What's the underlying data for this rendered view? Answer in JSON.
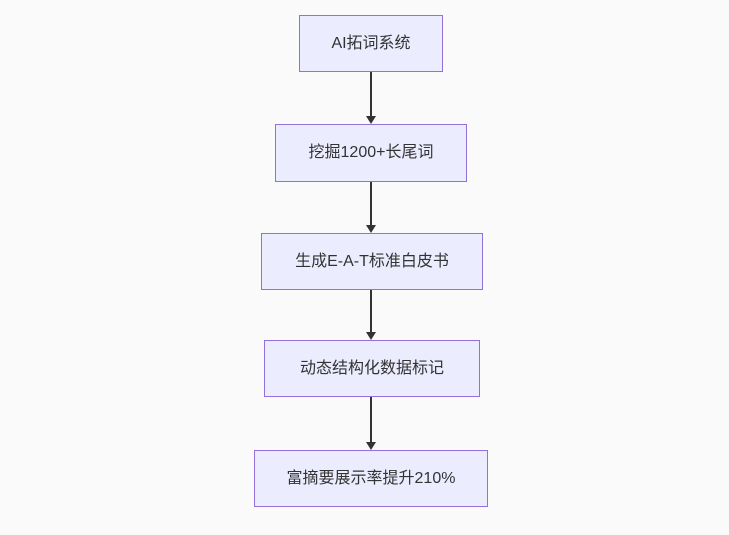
{
  "flowchart": {
    "direction": "top-down",
    "colors": {
      "canvas_bg": "#fafafa",
      "node_fill": "#ECECFF",
      "node_border": "#9370DB",
      "arrow_color": "#333333",
      "text_color": "#333333"
    },
    "nodes": [
      {
        "label": "AI拓词系统"
      },
      {
        "label": "挖掘1200+长尾词"
      },
      {
        "label": "生成E-A-T标准白皮书"
      },
      {
        "label": "动态结构化数据标记"
      },
      {
        "label": "富摘要展示率提升210%"
      }
    ],
    "edges": [
      {
        "from": 0,
        "to": 1
      },
      {
        "from": 1,
        "to": 2
      },
      {
        "from": 2,
        "to": 3
      },
      {
        "from": 3,
        "to": 4
      }
    ]
  }
}
